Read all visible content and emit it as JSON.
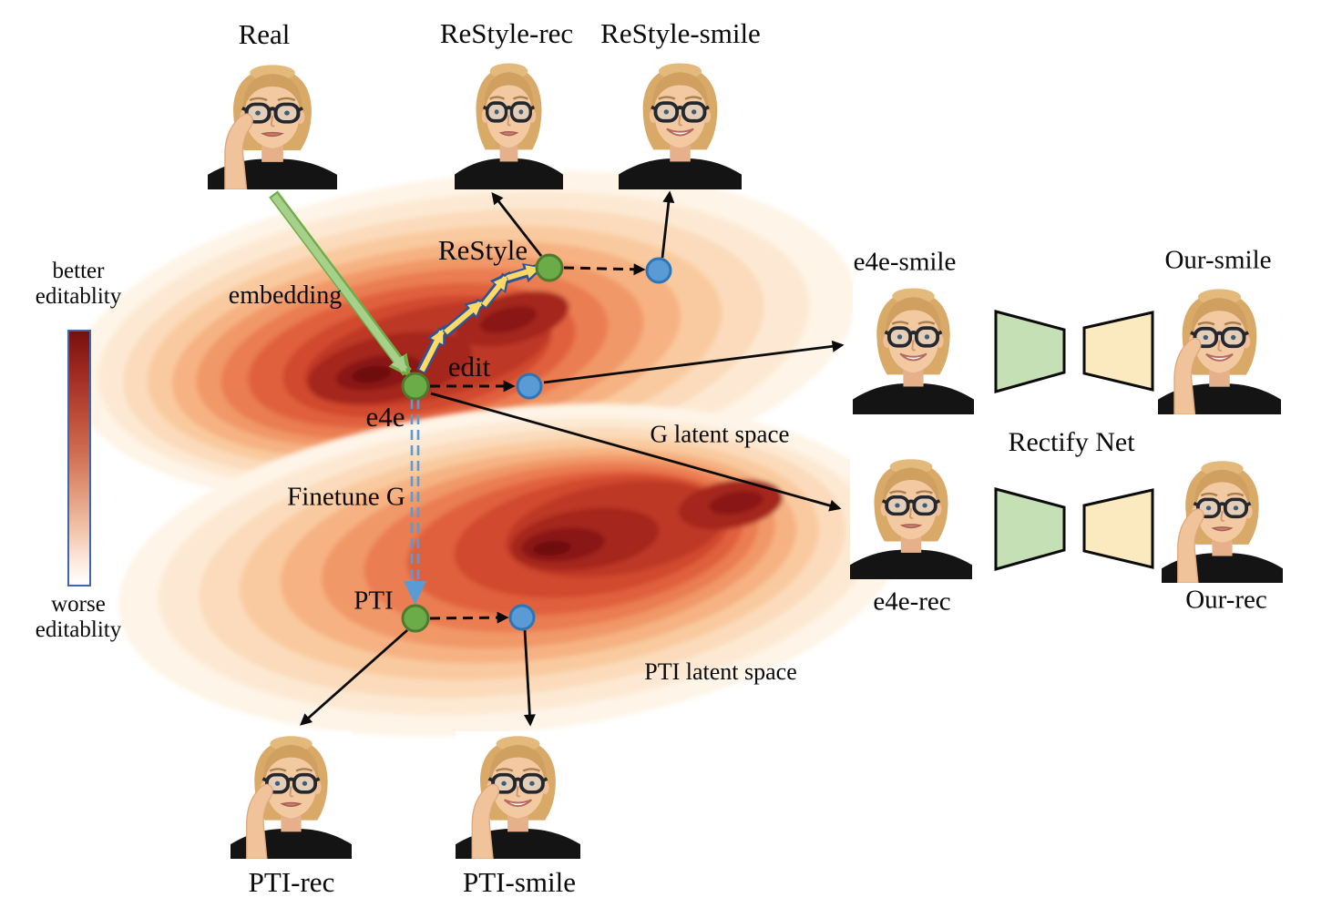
{
  "figure": {
    "colorbar": {
      "top_line1": "better",
      "top_line2": "editablity",
      "bottom_line1": "worse",
      "bottom_line2": "editablity"
    },
    "annotations": {
      "embedding": "embedding",
      "restyle": "ReStyle",
      "edit": "edit",
      "e4e": "e4e",
      "finetune_g": "Finetune G",
      "pti": "PTI",
      "g_latent_space": "G latent space",
      "pti_latent_space": "PTI latent space",
      "rectify_net": "Rectify Net"
    },
    "images": {
      "real": {
        "label": "Real",
        "expression": "neutral",
        "hand": true
      },
      "restyle_rec": {
        "label": "ReStyle-rec",
        "expression": "neutral",
        "hand": false
      },
      "restyle_smile": {
        "label": "ReStyle-smile",
        "expression": "smile",
        "hand": false
      },
      "e4e_smile": {
        "label": "e4e-smile",
        "expression": "smile",
        "hand": false
      },
      "our_smile": {
        "label": "Our-smile",
        "expression": "smile",
        "hand": true
      },
      "e4e_rec": {
        "label": "e4e-rec",
        "expression": "neutral",
        "hand": false
      },
      "our_rec": {
        "label": "Our-rec",
        "expression": "neutral",
        "hand": true
      },
      "pti_rec": {
        "label": "PTI-rec",
        "expression": "neutral",
        "hand": true
      },
      "pti_smile": {
        "label": "PTI-smile",
        "expression": "smile",
        "hand": true
      }
    },
    "colors": {
      "green_dot": "#6BAB48",
      "green_dot_border": "#4E7A2E",
      "blue_dot": "#5B9BD5",
      "blue_dot_border": "#2E75B6",
      "yellow_arrow": "#FFD966",
      "yellow_arrow_border": "#2F5496",
      "green_arrow": "#A8D08D",
      "green_arrow_border": "#70AD47",
      "blue_dashed": "#5B9BD5",
      "encoder_fill": "#C5E0B4",
      "decoder_fill": "#FBE9C0"
    }
  }
}
